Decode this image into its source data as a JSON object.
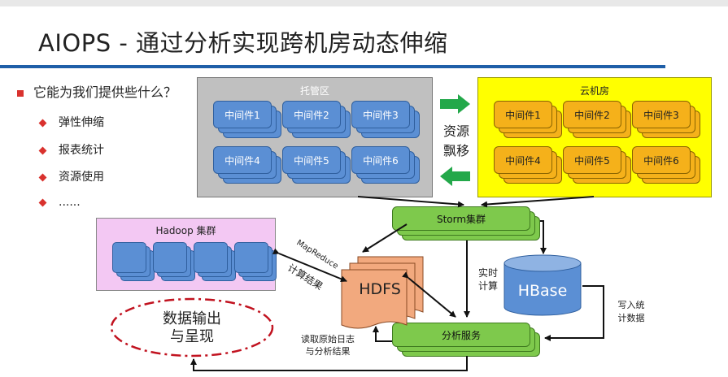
{
  "title": "AIOPS - 通过分析实现跨机房动态伸缩",
  "question": "它能为我们提供些什么？",
  "bullets": [
    "弹性伸缩",
    "报表统计",
    "资源使用",
    "......"
  ],
  "hosting": {
    "label": "托管区",
    "items": [
      "中间件1",
      "中间件2",
      "中间件3",
      "中间件4",
      "中间件5",
      "中间件6"
    ]
  },
  "cloud": {
    "label": "云机房",
    "items": [
      "中间件1",
      "中间件2",
      "中间件3",
      "中间件4",
      "中间件5",
      "中间件6"
    ]
  },
  "migration": {
    "line1": "资源",
    "line2": "飘移"
  },
  "hadoop": {
    "label": "Hadoop 集群"
  },
  "storm": {
    "label": "Storm集群"
  },
  "analysis": {
    "label": "分析服务"
  },
  "hdfs": {
    "label": "HDFS"
  },
  "hbase": {
    "label": "HBase"
  },
  "output": {
    "line1": "数据输出",
    "line2": "与呈现"
  },
  "labels": {
    "mapreduce": "MapReduce",
    "calc_result": "计算结果",
    "realtime_1": "实时",
    "realtime_2": "计算",
    "write_1": "写入统",
    "write_2": "计数据",
    "read_1": "读取原始日志",
    "read_2": "与分析结果"
  },
  "colors": {
    "title_rule": "#1f5fa8",
    "bullet": "#d9322e",
    "hosting_bg": "#c0c0c0",
    "cloud_bg": "#ffff00",
    "hadoop_bg": "#f3c8f3",
    "middleware_blue": "#5b8fd4",
    "middleware_gold": "#f5b11a",
    "green_bar": "#7ec94c",
    "migration_arrow": "#23a84a",
    "hdfs": "#f2a97e",
    "hbase": "#5b8fd4",
    "output_ellipse": "#c1121f"
  }
}
